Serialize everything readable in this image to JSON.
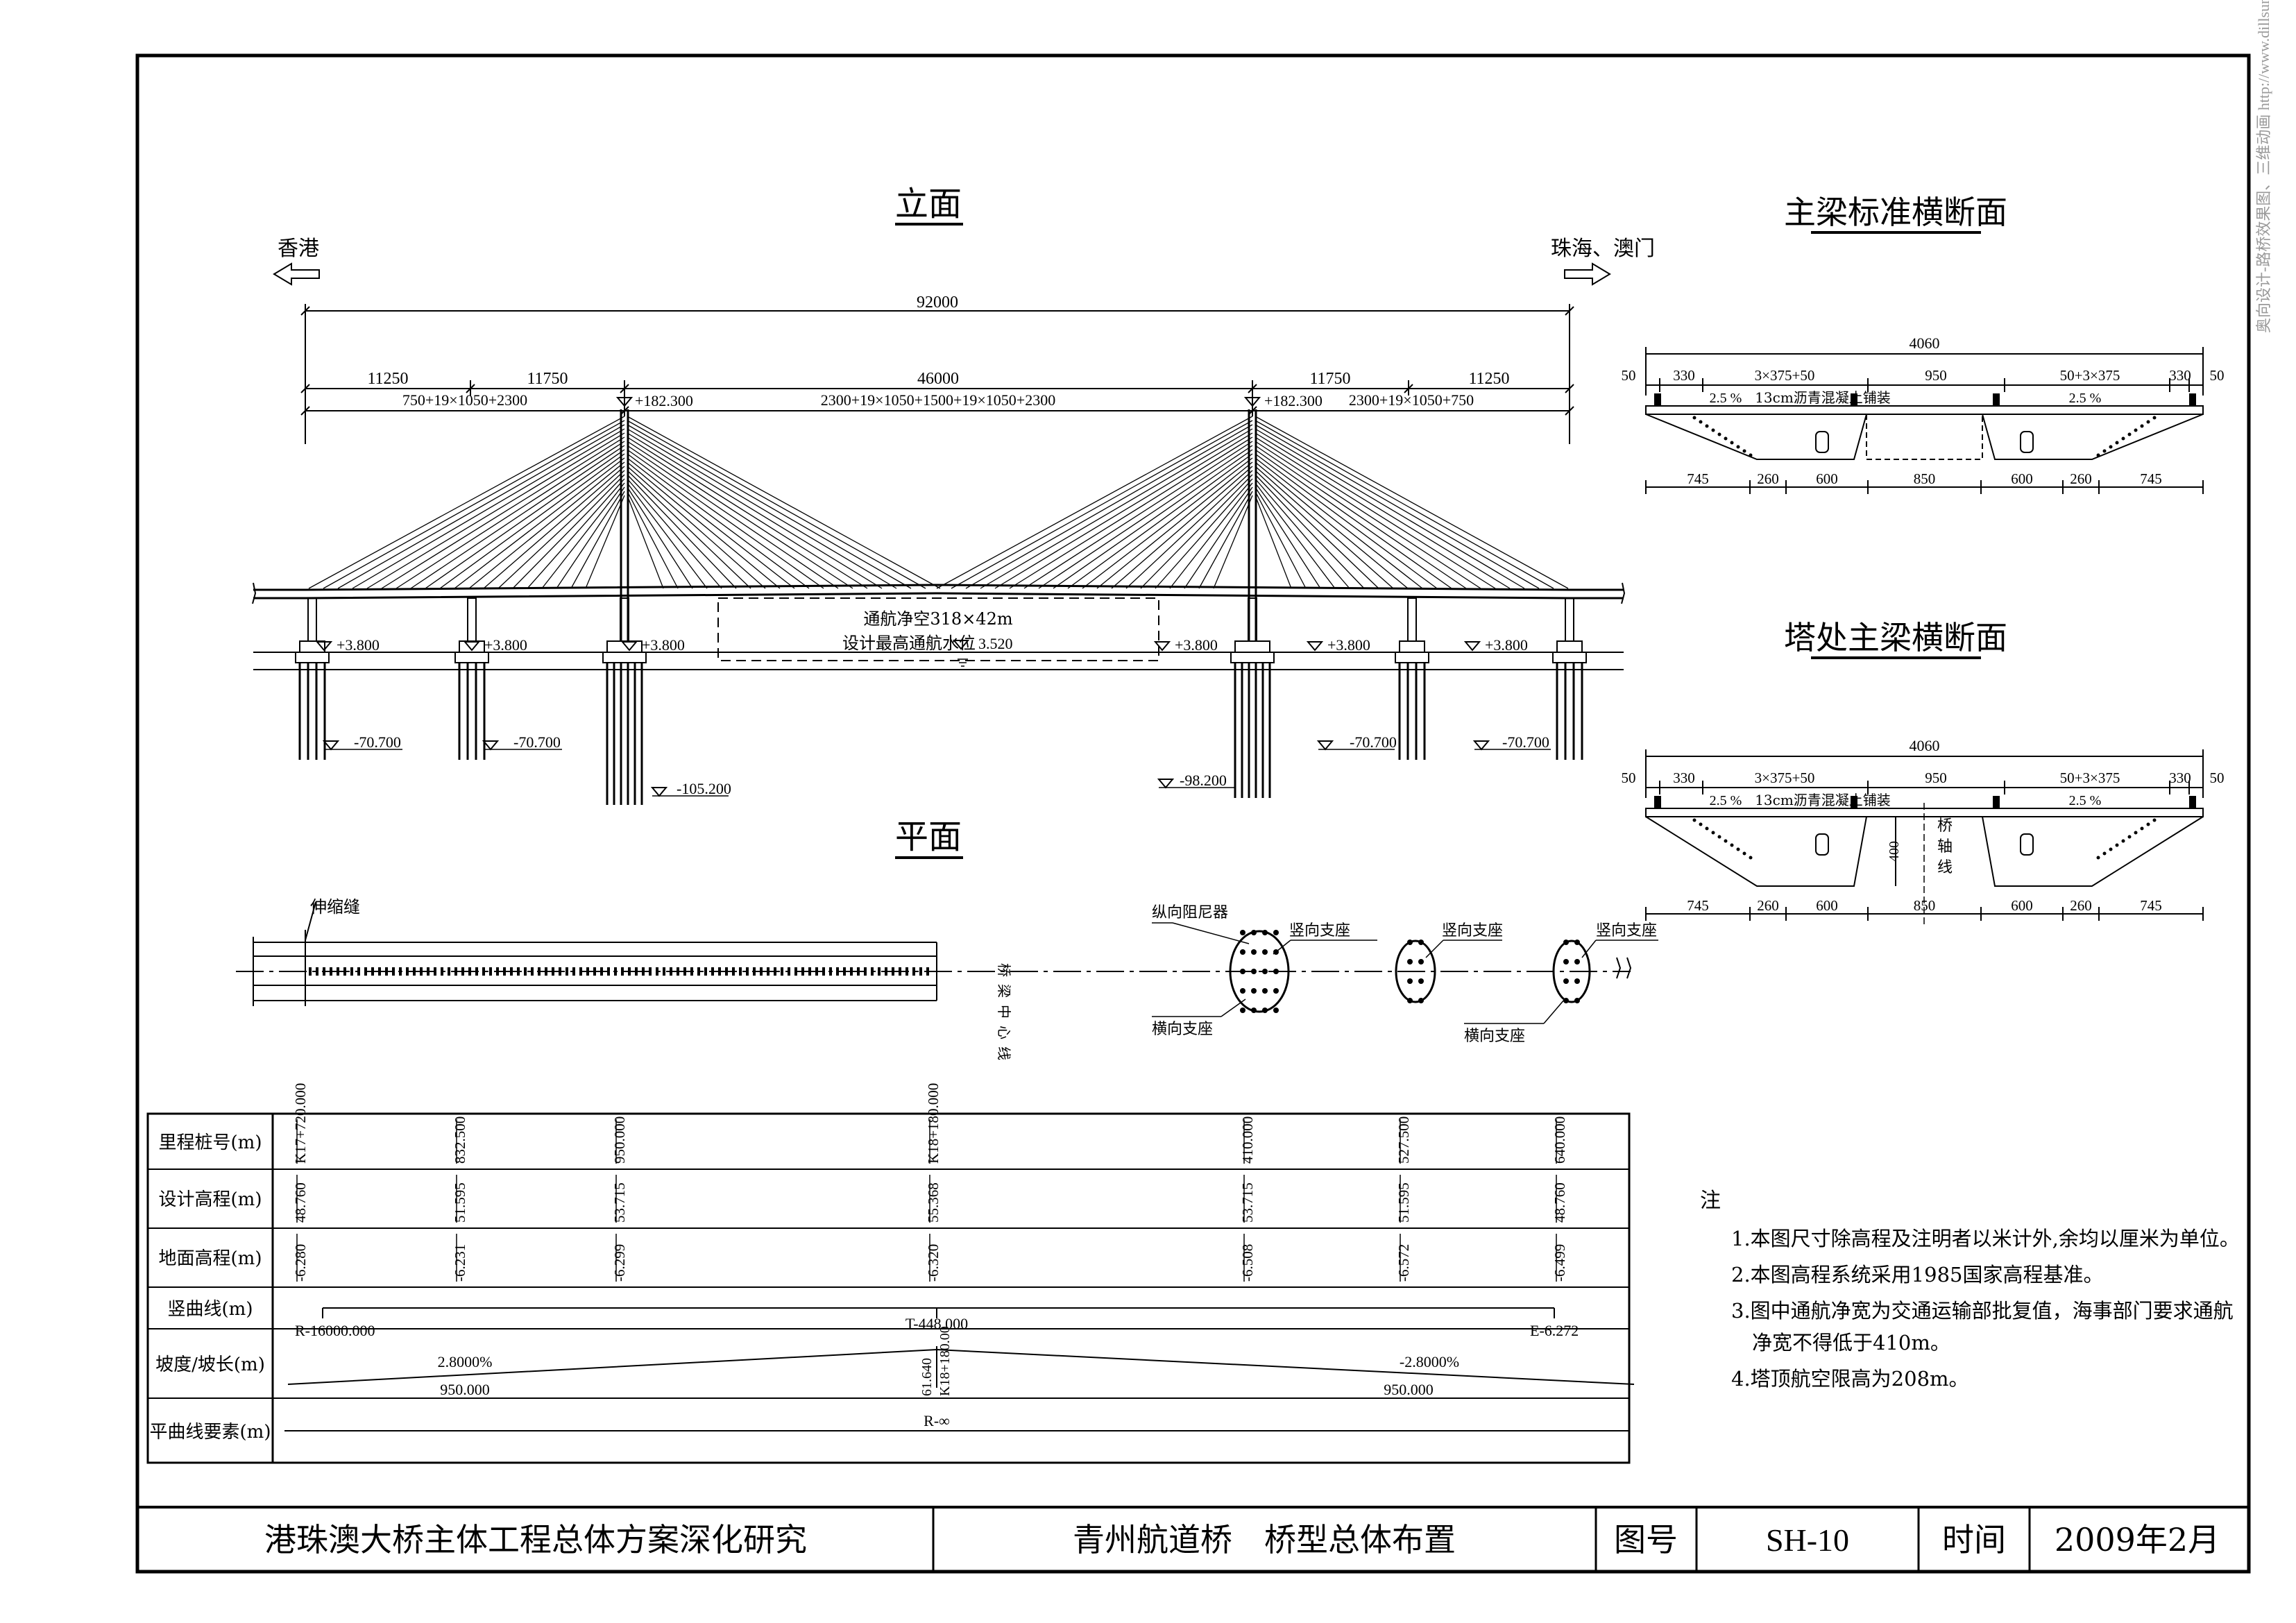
{
  "watermark": "奥向设计-路桥效果图、三维动画 http://www.dillsun.com",
  "elevation": {
    "title": "立面",
    "left_dir": "香港",
    "right_dir": "珠海、澳门",
    "total": "92000",
    "spans": [
      "11250",
      "11750",
      "46000",
      "11750",
      "11250"
    ],
    "span_details": [
      "750+19×1050+2300",
      "2300+19×1050+1500+19×1050+2300",
      "2300+19×1050+750"
    ],
    "tower_top_left": "+182.300",
    "tower_top_right": "+182.300",
    "pier_tops": [
      "+3.800",
      "+3.800",
      "+3.800",
      "+3.800",
      "+3.800",
      "+3.800"
    ],
    "pile_bottoms": [
      "-70.700",
      "-70.700",
      "-105.200",
      "-98.200",
      "-70.700",
      "-70.700"
    ],
    "nav_clearance": "通航净空318×42m",
    "water_level_label": "设计最高通航水位",
    "water_level": "3.520"
  },
  "plan": {
    "title": "平面",
    "expansion_joint": "伸缩缝",
    "centerline": "桥梁中心线",
    "damper": "纵向阻尼器",
    "vert_bearing_1": "竖向支座",
    "vert_bearing_2": "竖向支座",
    "vert_bearing_3": "竖向支座",
    "lat_bearing_1": "横向支座",
    "lat_bearing_2": "横向支座"
  },
  "section_std": {
    "title": "主梁标准横断面",
    "total": "4060",
    "top_dims": [
      "50",
      "330",
      "3×375+50",
      "950",
      "50+3×375",
      "330",
      "50"
    ],
    "paving": "13cm沥青混凝土铺装",
    "slope_left": "2.5 %",
    "slope_right": "2.5 %",
    "bottom_dims": [
      "745",
      "260",
      "600",
      "850",
      "600",
      "260",
      "745"
    ]
  },
  "section_tower": {
    "title": "塔处主梁横断面",
    "total": "4060",
    "top_dims": [
      "50",
      "330",
      "3×375+50",
      "950",
      "50+3×375",
      "330",
      "50"
    ],
    "paving": "13cm沥青混凝土铺装",
    "slope_left": "2.5 %",
    "slope_right": "2.5 %",
    "height": "400",
    "axis_label": "桥轴线",
    "bottom_dims": [
      "745",
      "260",
      "600",
      "850",
      "600",
      "260",
      "745"
    ]
  },
  "table": {
    "row_headers": [
      "里程桩号(m)",
      "设计高程(m)",
      "地面高程(m)",
      "竖曲线(m)",
      "坡度/坡长(m)",
      "平曲线要素(m)"
    ],
    "chainage": [
      "K17+720.000",
      "832.500",
      "950.000",
      "K18+180.000",
      "410.000",
      "527.500",
      "640.000"
    ],
    "design_elev": [
      "48.760",
      "51.595",
      "53.715",
      "55.368",
      "53.715",
      "51.595",
      "48.760"
    ],
    "ground_elev": [
      "-6.280",
      "-6.231",
      "-6.299",
      "-6.320",
      "-6.508",
      "-6.572",
      "-6.499"
    ],
    "vcurve_r": "R-16000.000",
    "vcurve_t": "T-448.000",
    "vcurve_e": "E-6.272",
    "grade_left": "2.8000%",
    "length_left": "950.000",
    "grade_mid_1": "61.640",
    "grade_mid_2": "K18+180.00",
    "grade_right": "-2.8000%",
    "length_right": "950.000",
    "hcurve": "R-∞"
  },
  "notes": {
    "title": "注",
    "items": [
      "1.本图尺寸除高程及注明者以米计外,余均以厘米为单位。",
      "2.本图高程系统采用1985国家高程基准。",
      "3.图中通航净宽为交通运输部批复值，海事部门要求通航",
      "净宽不得低于410m。",
      "4.塔顶航空限高为208m。"
    ]
  },
  "titleblock": {
    "project": "港珠澳大桥主体工程总体方案深化研究",
    "drawing": "青州航道桥　桥型总体布置",
    "no_label": "图号",
    "no": "SH-10",
    "time_label": "时间",
    "time": "2009年2月"
  }
}
